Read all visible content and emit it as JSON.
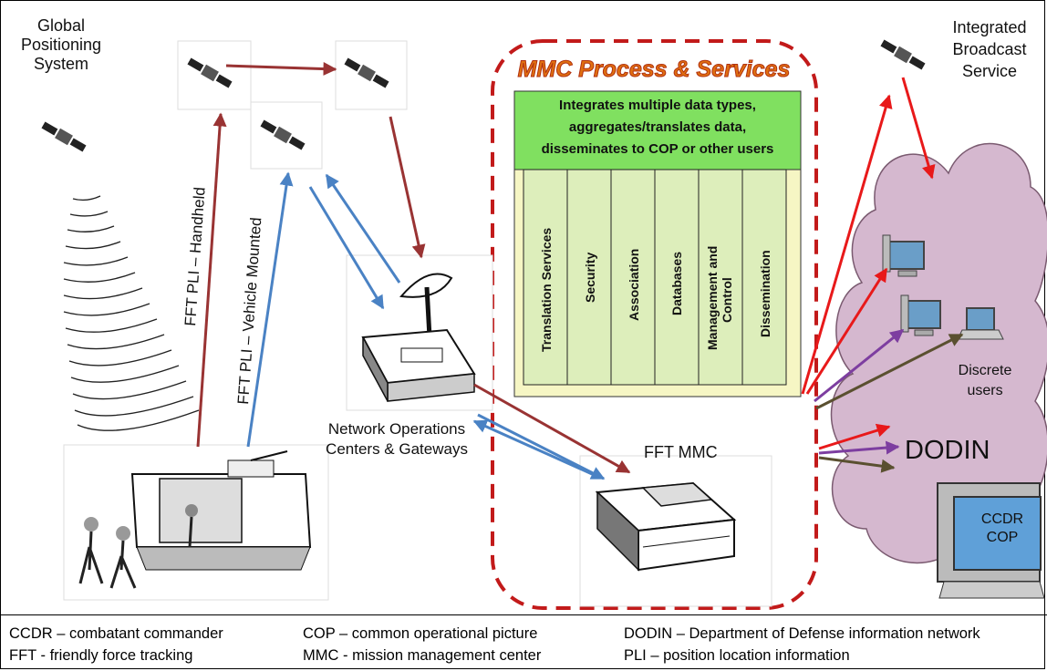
{
  "labels": {
    "gps": [
      "Global",
      "Positioning",
      "System"
    ],
    "ibs": [
      "Integrated",
      "Broadcast",
      "Service"
    ],
    "noc": [
      "Network Operations",
      "Centers & Gateways"
    ],
    "fft_mmc": "FFT MMC",
    "discrete_users": [
      "Discrete",
      "users"
    ],
    "dodin": "DODIN",
    "ccdr_cop": [
      "CCDR",
      "COP"
    ],
    "fft_handheld": "FFT  PLI – Handheld",
    "fft_vehicle": "FFT  PLI – Vehicle Mounted"
  },
  "mmc_box": {
    "title": "MMC Process & Services",
    "description": [
      "Integrates multiple data types,",
      "aggregates/translates data,",
      "disseminates to COP or other users"
    ],
    "columns": [
      "Translation Services",
      "Security",
      "Association",
      "Databases",
      "Management and Control",
      "Dissemination"
    ]
  },
  "legend": [
    "CCDR – combatant commander",
    "FFT - friendly force tracking",
    "COP – common operational picture",
    "MMC - mission management center",
    "DODIN – Department of Defense information network",
    "PLI – position location information"
  ],
  "colors": {
    "dark_red": "#993333",
    "blue": "#4a82c4",
    "bright_red": "#e8191a",
    "purple": "#7d3ea0",
    "olive": "#5a5030",
    "cloud": "#d5b8cf",
    "green": "#80e060",
    "panel": "#f6f6c4"
  }
}
